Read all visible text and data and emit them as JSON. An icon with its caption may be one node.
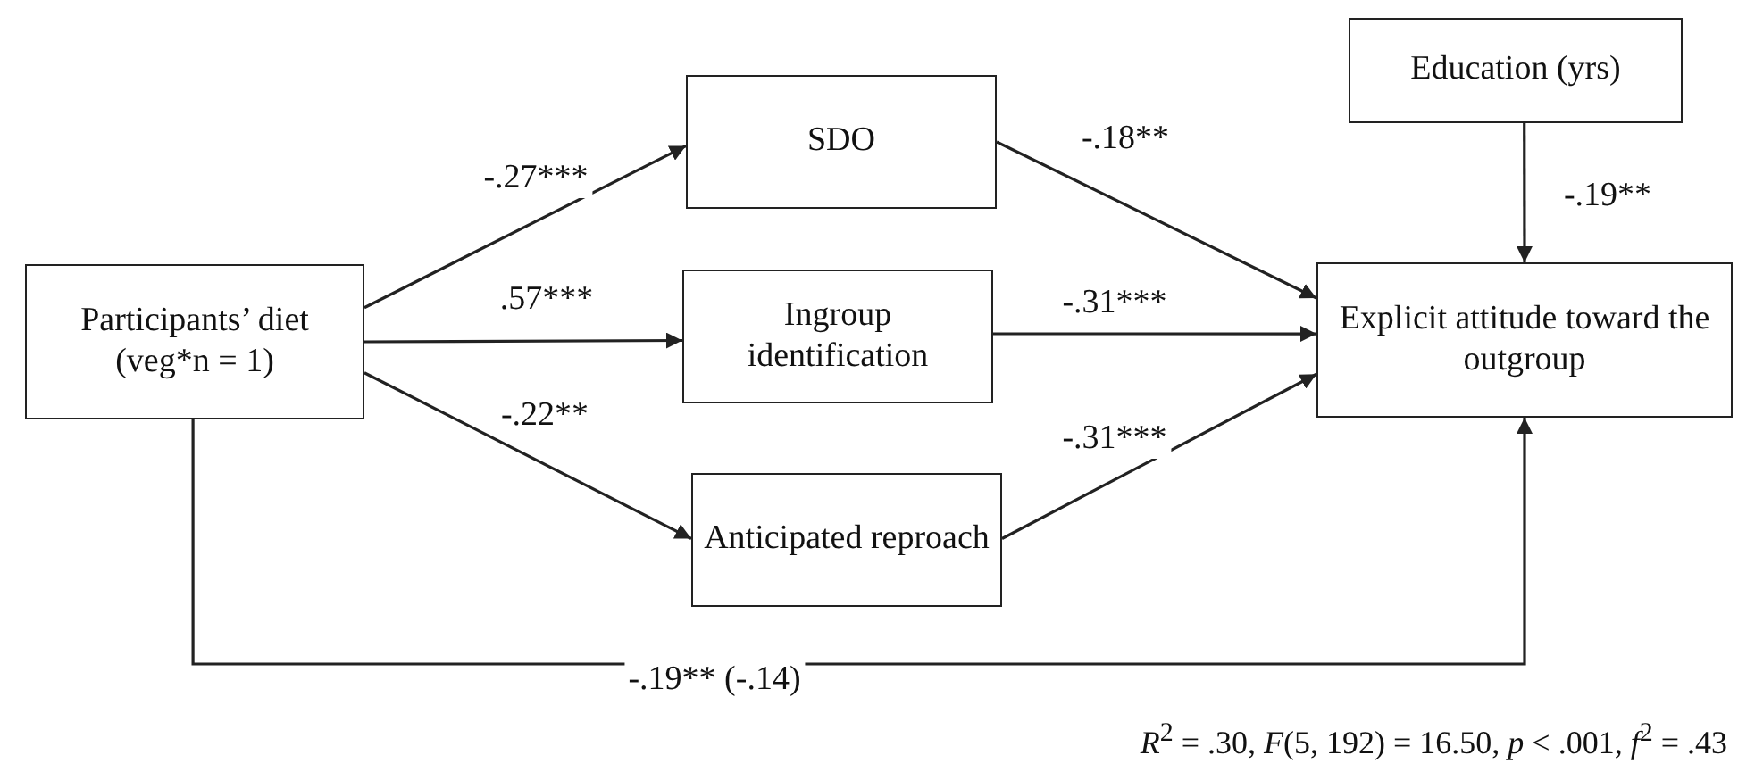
{
  "diagram": {
    "caption": "*R*$^{2}$ = .30, *F*(5, 192) = 16.50, *p* < .001, *f*$^{2}$ = .43",
    "nodes": [
      {
        "text": [
          "Participants’ diet (veg*n = 1)"
        ]
      },
      {
        "text": [
          "SDO"
        ]
      },
      {
        "text": [
          "Ingroup identification"
        ]
      },
      {
        "text": [
          "Anticipated reproach"
        ]
      },
      {
        "text": [
          "Education (yrs)"
        ]
      },
      {
        "text": [
          "Explicit attitude toward the outgroup"
        ]
      }
    ],
    "edges": [
      {
        "from": 0,
        "to": 1,
        "arrow": "to",
        "label": "-.27***"
      },
      {
        "from": 0,
        "to": 2,
        "arrow": "to",
        "label": ".57***"
      },
      {
        "from": 0,
        "to": 3,
        "arrow": "to",
        "label": "-.22**"
      },
      {
        "from": 1,
        "to": 5,
        "arrow": "to",
        "label": "-.18**"
      },
      {
        "from": 2,
        "to": 5,
        "arrow": "to",
        "label": "-.31***"
      },
      {
        "from": 3,
        "to": 5,
        "arrow": "to",
        "label": "-.31***"
      },
      {
        "from": 4,
        "to": 5,
        "arrow": "to",
        "label": "-.19**"
      },
      {
        "from": 0,
        "to": 5,
        "arrow": "to",
        "label": "-.19** (-.14)"
      }
    ]
  }
}
